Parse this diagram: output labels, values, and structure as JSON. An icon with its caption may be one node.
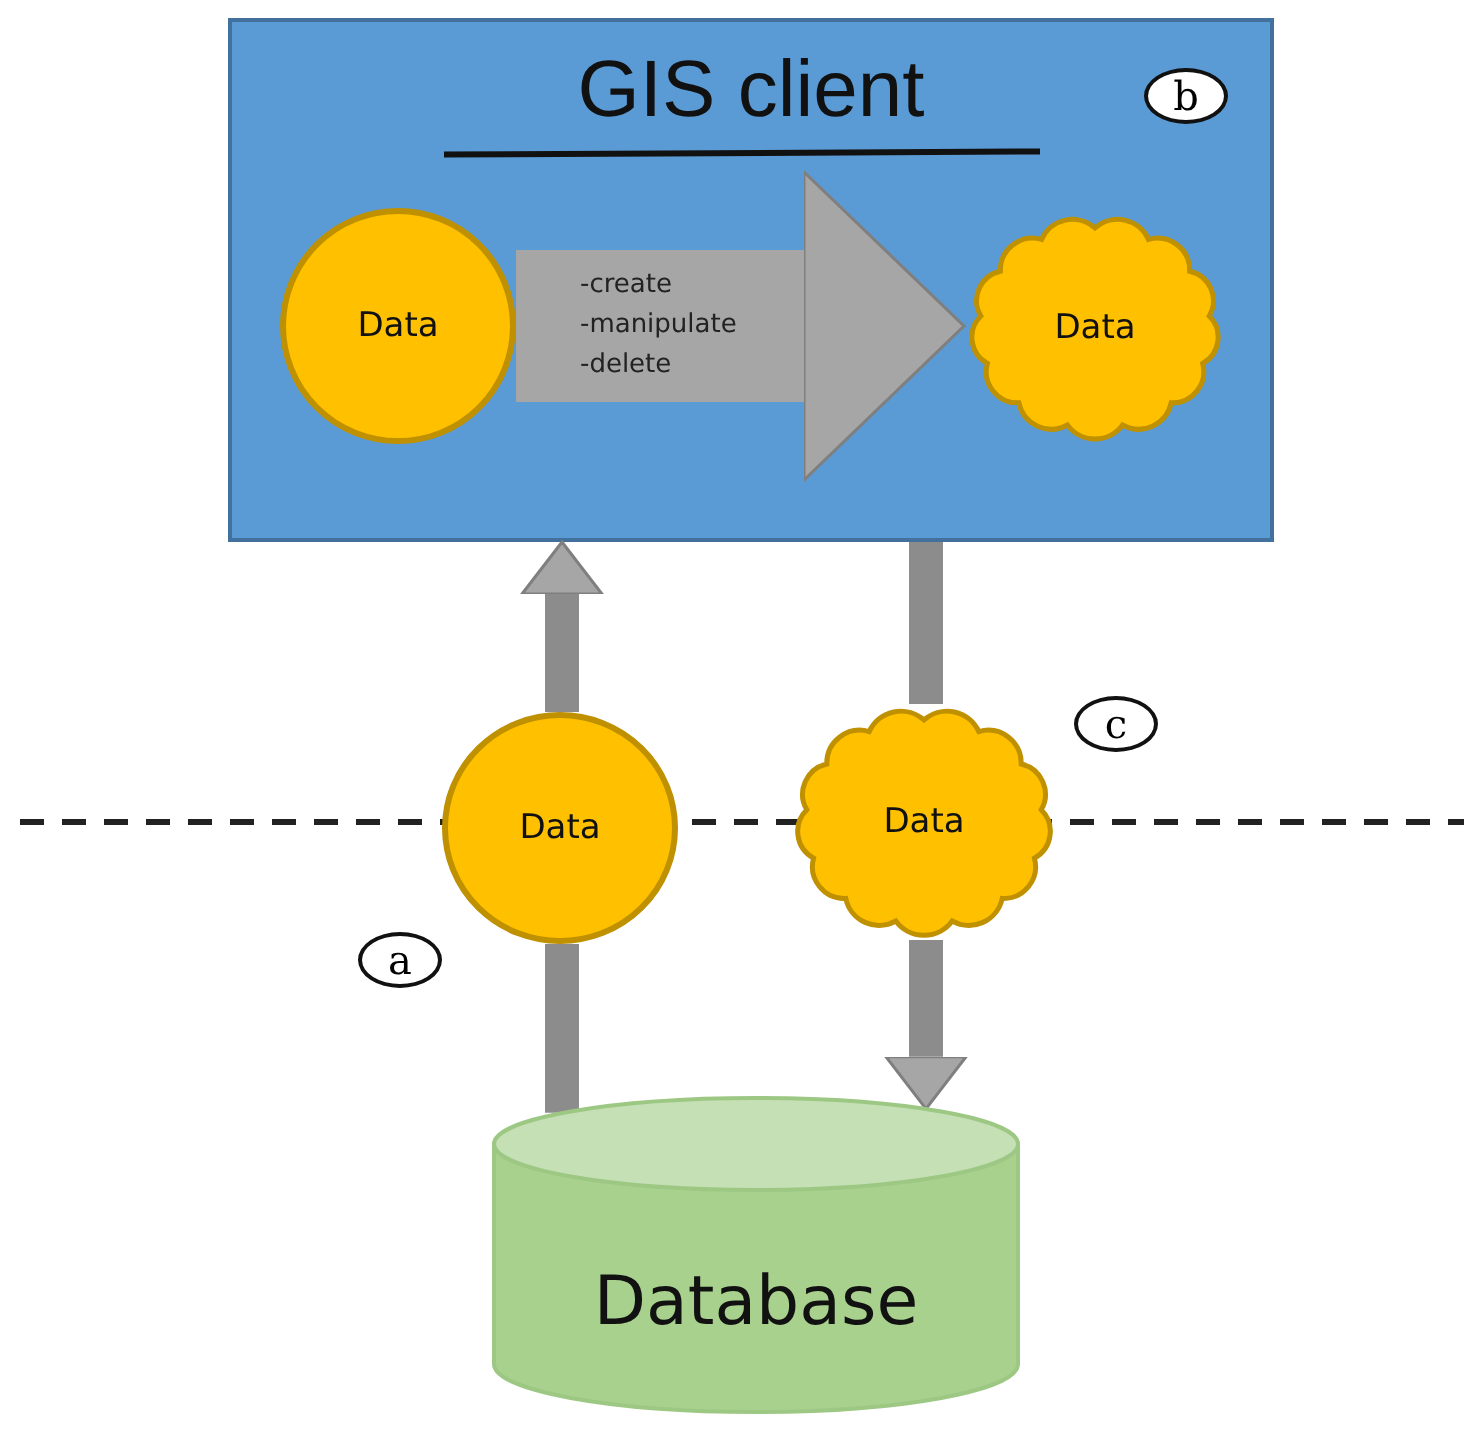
{
  "diagram": {
    "nodes": [
      {
        "text": [
          "GIS client"
        ]
      },
      {
        "text": [
          "Data"
        ],
        "in": 0
      },
      {
        "text": [
          "Data"
        ],
        "in": 0
      },
      {
        "text": [
          "Data"
        ]
      },
      {
        "text": [
          "Data"
        ]
      },
      {
        "text": [
          "Database"
        ]
      }
    ],
    "edges": [
      {
        "from": 1,
        "to": 2,
        "label": "-create -manipulate -delete",
        "arrow": "to"
      },
      {
        "from": 5,
        "to": 3,
        "arrow": "none"
      },
      {
        "from": 3,
        "to": 0,
        "arrow": "to"
      },
      {
        "from": 0,
        "to": 4,
        "arrow": "none"
      },
      {
        "from": 4,
        "to": 5,
        "arrow": "to"
      }
    ],
    "labels": [
      "b",
      "c",
      "a"
    ]
  }
}
